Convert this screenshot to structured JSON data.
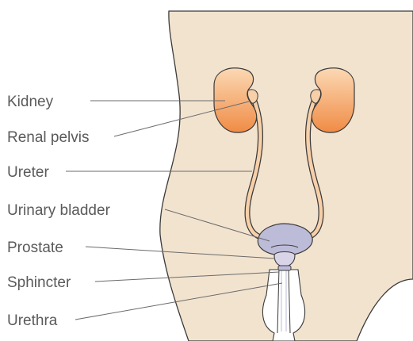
{
  "labels": {
    "kidney": "Kidney",
    "renal_pelvis": "Renal pelvis",
    "ureter": "Ureter",
    "urinary_bladder": "Urinary bladder",
    "prostate": "Prostate",
    "sphincter": "Sphincter",
    "urethra": "Urethra"
  },
  "colors": {
    "body_fill": "#f2e3cf",
    "outline": "#3a3a3a",
    "kidney_light": "#fbd9b4",
    "kidney_dark": "#f08b45",
    "ureter_fill": "#f7cfa8",
    "bladder_fill": "#bcbbd8",
    "leader_line": "#6b6b6b",
    "label_text": "#5a5a5a"
  }
}
